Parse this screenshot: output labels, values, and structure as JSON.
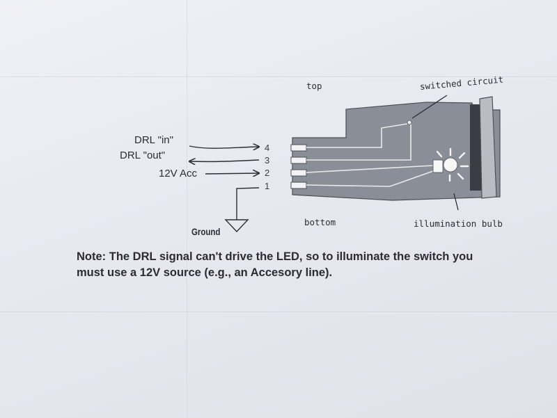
{
  "labels": {
    "drl_in": "DRL \"in\"",
    "drl_out": "DRL \"out\"",
    "acc_12v": "12V Acc",
    "ground": "Ground",
    "top": "top",
    "bottom": "bottom",
    "switched_circuit": "switched circuit",
    "illumination_bulb": "illumination bulb"
  },
  "pins": [
    "4",
    "3",
    "2",
    "1"
  ],
  "note": {
    "line1": "Note: The DRL signal can't drive the LED, so to illuminate the switch you",
    "line2": "must use a 12V source (e.g., an Accesory line)."
  }
}
